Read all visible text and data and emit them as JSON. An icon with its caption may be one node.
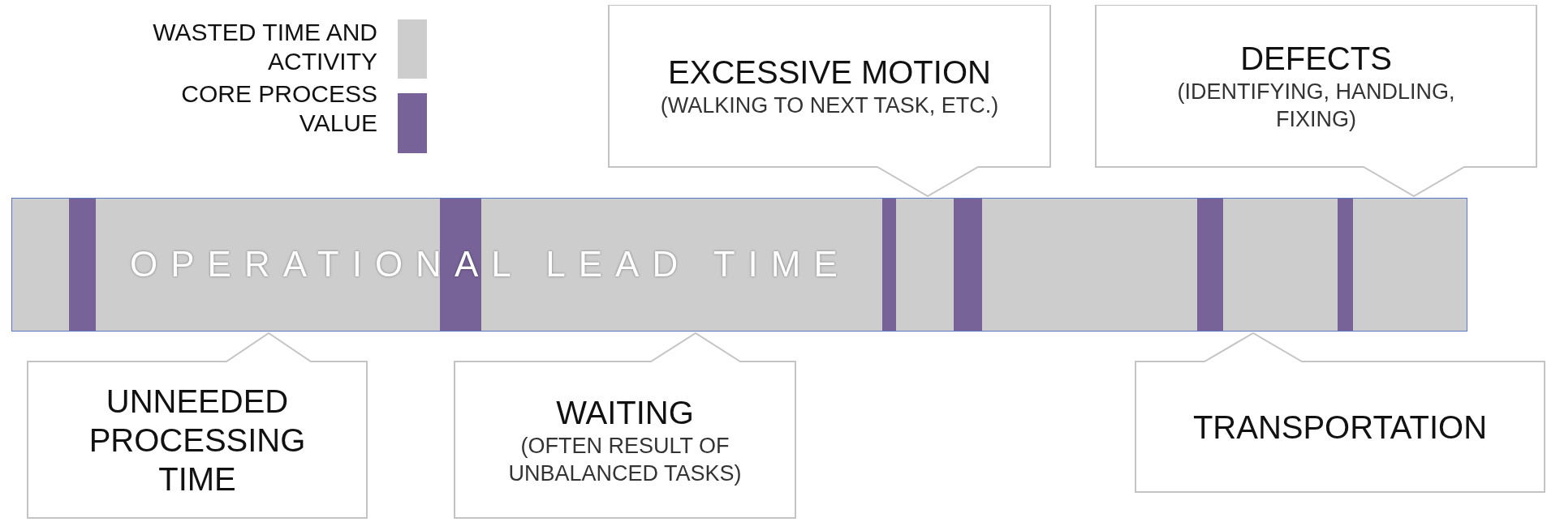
{
  "diagram": {
    "nodes": [
      {
        "text": [
          "EXCESSIVE MOTION",
          "(WALKING TO NEXT TASK, ETC.)"
        ]
      },
      {
        "text": [
          "DEFECTS",
          "(IDENTIFYING, HANDLING, FIXING)"
        ]
      },
      {
        "text": [
          "OPERATIONAL LEAD TIME"
        ]
      },
      {
        "text": [],
        "shape": "bar",
        "in": 2
      },
      {
        "text": [],
        "shape": "bar",
        "in": 2
      },
      {
        "text": [],
        "shape": "bar",
        "in": 2
      },
      {
        "text": [],
        "shape": "bar",
        "in": 2
      },
      {
        "text": [],
        "shape": "bar",
        "in": 2
      },
      {
        "text": [],
        "shape": "bar",
        "in": 2
      },
      {
        "text": [
          "UNNEEDED PROCESSING TIME"
        ]
      },
      {
        "text": [
          "WAITING",
          "(OFTEN RESULT OF UNBALANCED TASKS)"
        ]
      },
      {
        "text": [
          "TRANSPORTATION"
        ]
      }
    ],
    "legend": [
      {
        "text": "WASTED TIME AND ACTIVITY",
        "color": "#cdcdcd"
      },
      {
        "text": "CORE PROCESS VALUE",
        "color": "#776397"
      }
    ]
  }
}
